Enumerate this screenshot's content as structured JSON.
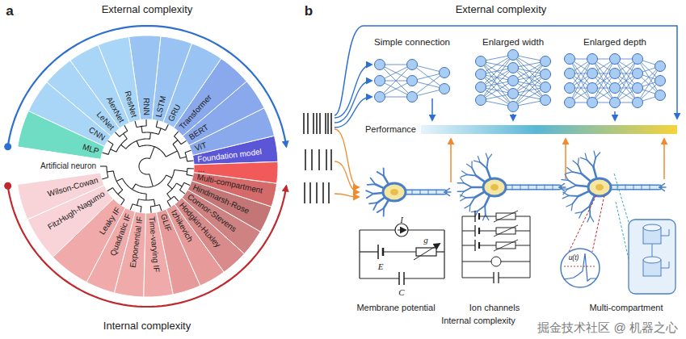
{
  "diagram": {
    "nodes": [
      {
        "text": [
          "MLP"
        ]
      },
      {
        "text": [
          "CNN"
        ]
      },
      {
        "text": [
          "LeNet"
        ]
      },
      {
        "text": [
          "AlexNet"
        ]
      },
      {
        "text": [
          "ResNet"
        ]
      },
      {
        "text": [
          "RNN"
        ]
      },
      {
        "text": [
          "LSTM"
        ]
      },
      {
        "text": [
          "GRU"
        ]
      },
      {
        "text": [
          "Transformer"
        ]
      },
      {
        "text": [
          "BERT"
        ]
      },
      {
        "text": [
          "ViT"
        ]
      },
      {
        "text": [
          "Foundation model"
        ]
      },
      {
        "text": [
          "Artificial neuron"
        ]
      },
      {
        "text": [
          "Wilson-Cowan"
        ]
      },
      {
        "text": [
          "FitzHugh-Nagumo"
        ]
      },
      {
        "text": [
          "Leaky IF"
        ]
      },
      {
        "text": [
          "Quadratic IF"
        ]
      },
      {
        "text": [
          "Exponential IF"
        ]
      },
      {
        "text": [
          "Time-varying IF"
        ]
      },
      {
        "text": [
          "GLIF"
        ]
      },
      {
        "text": [
          "Izhikevich"
        ]
      },
      {
        "text": [
          "Hodgkin-Huxley"
        ]
      },
      {
        "text": [
          "Connor-Stevens"
        ]
      },
      {
        "text": [
          "Hindmarsh-Rose"
        ]
      },
      {
        "text": [
          "Multi-compartment"
        ]
      },
      {
        "text": [
          "..."
        ]
      },
      {
        "text": [
          "Performance"
        ]
      }
    ],
    "labels": [
      "a",
      "External complexity",
      "Internal complexity",
      "b",
      "External complexity",
      "Simple connection",
      "Enlarged width",
      "Enlarged depth",
      "I",
      "E",
      "g",
      "C",
      "u(t)",
      "Membrane potential",
      "Ion channels",
      "Multi-compartment",
      "Internal complexity",
      "掘金技术社区 @ 机器之心"
    ]
  }
}
